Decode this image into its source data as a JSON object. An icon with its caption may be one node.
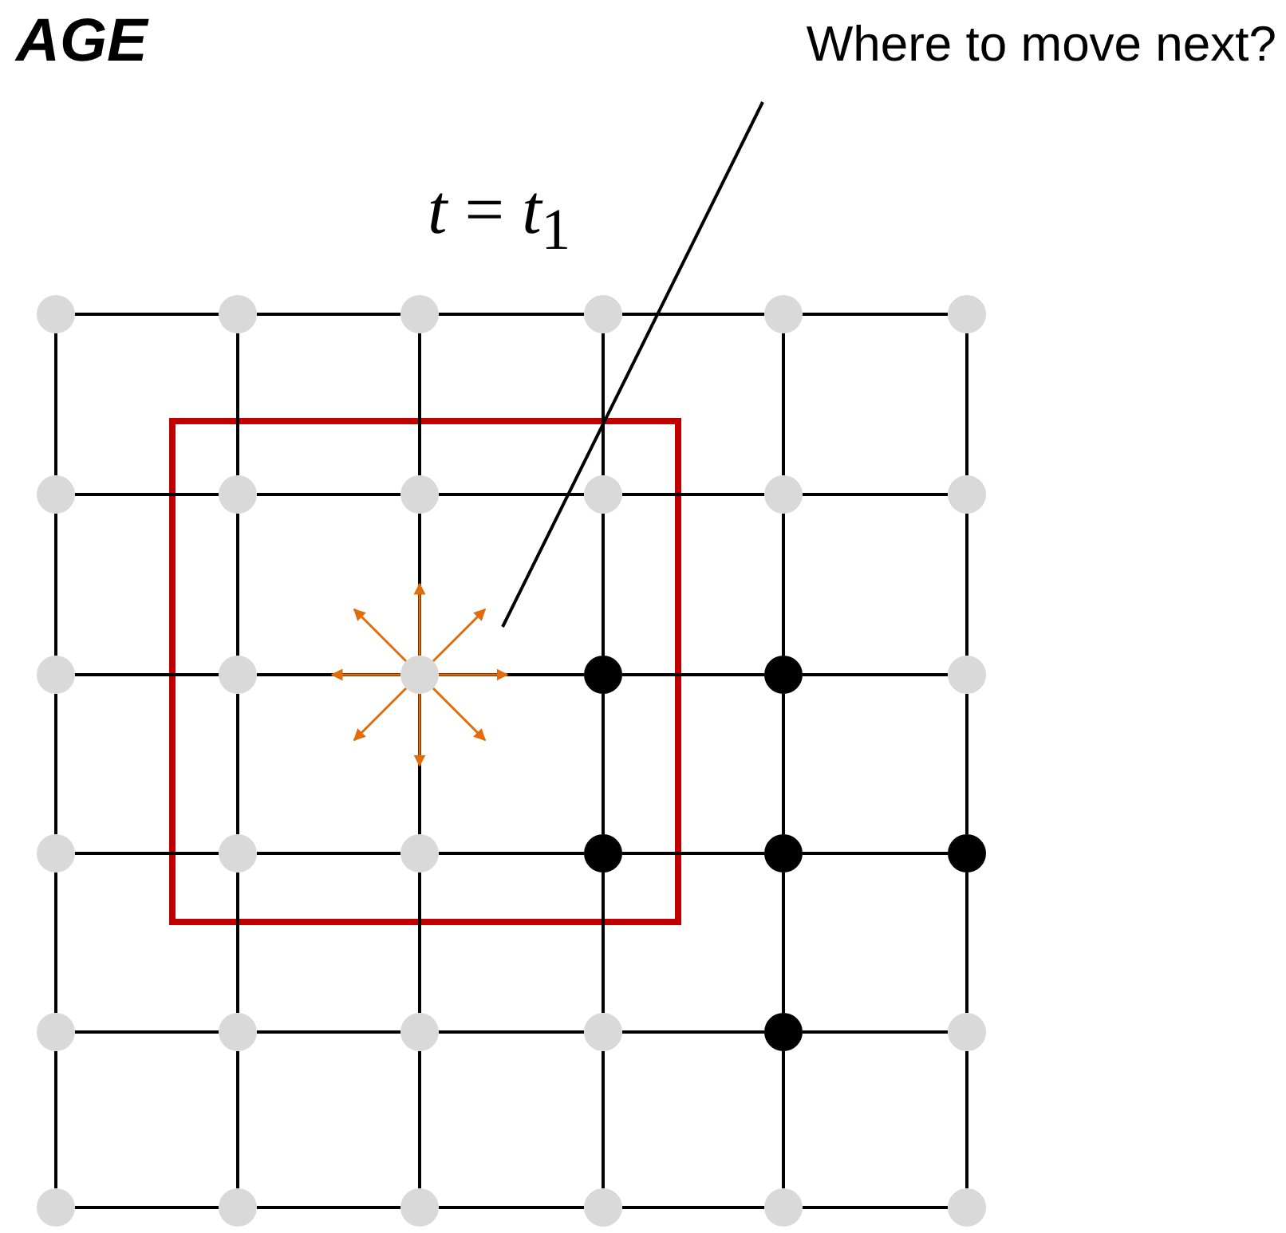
{
  "diagram": {
    "nodes": [
      {
        "text": [],
        "shape": "circle"
      },
      {
        "text": [],
        "shape": "circle"
      },
      {
        "text": [],
        "shape": "circle"
      },
      {
        "text": [],
        "shape": "circle"
      },
      {
        "text": [],
        "shape": "circle"
      },
      {
        "text": [],
        "shape": "circle"
      },
      {
        "text": [],
        "shape": "circle"
      },
      {
        "text": [],
        "shape": "circle"
      },
      {
        "text": [],
        "shape": "circle"
      },
      {
        "text": [],
        "shape": "circle"
      },
      {
        "text": [],
        "shape": "circle"
      },
      {
        "text": [],
        "shape": "circle"
      },
      {
        "text": [],
        "shape": "circle"
      },
      {
        "text": [],
        "shape": "circle"
      },
      {
        "text": [],
        "shape": "circle"
      },
      {
        "text": [],
        "shape": "circle"
      },
      {
        "text": [],
        "shape": "circle"
      },
      {
        "text": [],
        "shape": "circle"
      },
      {
        "text": [],
        "shape": "circle"
      },
      {
        "text": [],
        "shape": "circle"
      },
      {
        "text": [],
        "shape": "circle"
      },
      {
        "text": [],
        "shape": "circle"
      },
      {
        "text": [],
        "shape": "circle"
      },
      {
        "text": [],
        "shape": "circle"
      },
      {
        "text": [],
        "shape": "circle"
      },
      {
        "text": [],
        "shape": "circle"
      },
      {
        "text": [],
        "shape": "circle"
      },
      {
        "text": [],
        "shape": "circle"
      },
      {
        "text": [],
        "shape": "circle"
      },
      {
        "text": [],
        "shape": "circle"
      },
      {
        "text": [],
        "shape": "circle"
      },
      {
        "text": [],
        "shape": "circle"
      },
      {
        "text": [],
        "shape": "circle"
      },
      {
        "text": [],
        "shape": "circle"
      },
      {
        "text": [],
        "shape": "circle"
      },
      {
        "text": [],
        "shape": "circle"
      },
      {
        "text": [
          "Where to move next?"
        ]
      }
    ],
    "edges": [
      {
        "from": 0,
        "to": 1,
        "arrow": "none"
      },
      {
        "from": 1,
        "to": 2,
        "arrow": "none"
      },
      {
        "from": 2,
        "to": 3,
        "arrow": "none"
      },
      {
        "from": 3,
        "to": 4,
        "arrow": "none"
      },
      {
        "from": 4,
        "to": 5,
        "arrow": "none"
      },
      {
        "from": 0,
        "to": 6,
        "arrow": "none"
      },
      {
        "from": 1,
        "to": 7,
        "arrow": "none"
      },
      {
        "from": 2,
        "to": 8,
        "arrow": "none"
      },
      {
        "from": 3,
        "to": 9,
        "arrow": "none"
      },
      {
        "from": 4,
        "to": 10,
        "arrow": "none"
      },
      {
        "from": 5,
        "to": 11,
        "arrow": "none"
      },
      {
        "from": 6,
        "to": 7,
        "arrow": "none"
      },
      {
        "from": 7,
        "to": 8,
        "arrow": "none"
      },
      {
        "from": 8,
        "to": 9,
        "arrow": "none"
      },
      {
        "from": 9,
        "to": 10,
        "arrow": "none"
      },
      {
        "from": 10,
        "to": 11,
        "arrow": "none"
      },
      {
        "from": 6,
        "to": 12,
        "arrow": "none"
      },
      {
        "from": 7,
        "to": 13,
        "arrow": "none"
      },
      {
        "from": 8,
        "to": 14,
        "arrow": "none"
      },
      {
        "from": 9,
        "to": 15,
        "arrow": "none"
      },
      {
        "from": 10,
        "to": 16,
        "arrow": "none"
      },
      {
        "from": 11,
        "to": 17,
        "arrow": "none"
      },
      {
        "from": 12,
        "to": 13,
        "arrow": "none"
      },
      {
        "from": 13,
        "to": 14,
        "arrow": "none"
      },
      {
        "from": 14,
        "to": 15,
        "arrow": "none"
      },
      {
        "from": 15,
        "to": 16,
        "arrow": "none"
      },
      {
        "from": 16,
        "to": 17,
        "arrow": "none"
      },
      {
        "from": 12,
        "to": 18,
        "arrow": "none"
      },
      {
        "from": 13,
        "to": 19,
        "arrow": "none"
      },
      {
        "from": 14,
        "to": 20,
        "arrow": "none"
      },
      {
        "from": 15,
        "to": 21,
        "arrow": "none"
      },
      {
        "from": 16,
        "to": 22,
        "arrow": "none"
      },
      {
        "from": 17,
        "to": 23,
        "arrow": "none"
      },
      {
        "from": 18,
        "to": 19,
        "arrow": "none"
      },
      {
        "from": 19,
        "to": 20,
        "arrow": "none"
      },
      {
        "from": 20,
        "to": 21,
        "arrow": "none"
      },
      {
        "from": 21,
        "to": 22,
        "arrow": "none"
      },
      {
        "from": 22,
        "to": 23,
        "arrow": "none"
      },
      {
        "from": 18,
        "to": 24,
        "arrow": "none"
      },
      {
        "from": 19,
        "to": 25,
        "arrow": "none"
      },
      {
        "from": 20,
        "to": 26,
        "arrow": "none"
      },
      {
        "from": 21,
        "to": 27,
        "arrow": "none"
      },
      {
        "from": 22,
        "to": 28,
        "arrow": "none"
      },
      {
        "from": 23,
        "to": 29,
        "arrow": "none"
      },
      {
        "from": 24,
        "to": 25,
        "arrow": "none"
      },
      {
        "from": 25,
        "to": 26,
        "arrow": "none"
      },
      {
        "from": 26,
        "to": 27,
        "arrow": "none"
      },
      {
        "from": 27,
        "to": 28,
        "arrow": "none"
      },
      {
        "from": 28,
        "to": 29,
        "arrow": "none"
      },
      {
        "from": 24,
        "to": 30,
        "arrow": "none"
      },
      {
        "from": 25,
        "to": 31,
        "arrow": "none"
      },
      {
        "from": 26,
        "to": 32,
        "arrow": "none"
      },
      {
        "from": 27,
        "to": 33,
        "arrow": "none"
      },
      {
        "from": 28,
        "to": 34,
        "arrow": "none"
      },
      {
        "from": 29,
        "to": 35,
        "arrow": "none"
      },
      {
        "from": 30,
        "to": 31,
        "arrow": "none"
      },
      {
        "from": 31,
        "to": 32,
        "arrow": "none"
      },
      {
        "from": 32,
        "to": 33,
        "arrow": "none"
      },
      {
        "from": 33,
        "to": 34,
        "arrow": "none"
      },
      {
        "from": 34,
        "to": 35,
        "arrow": "none"
      },
      {
        "from": 14,
        "to": null,
        "arrow": "to",
        "color": "#e36c0a"
      },
      {
        "from": 14,
        "to": null,
        "arrow": "to",
        "color": "#e36c0a"
      },
      {
        "from": 14,
        "to": null,
        "arrow": "to",
        "color": "#e36c0a"
      },
      {
        "from": 14,
        "to": null,
        "arrow": "to",
        "color": "#e36c0a"
      },
      {
        "from": 14,
        "to": null,
        "arrow": "to",
        "color": "#e36c0a"
      },
      {
        "from": 14,
        "to": null,
        "arrow": "to",
        "color": "#e36c0a"
      },
      {
        "from": 14,
        "to": null,
        "arrow": "to",
        "color": "#e36c0a"
      },
      {
        "from": 14,
        "to": null,
        "arrow": "to",
        "color": "#e36c0a"
      },
      {
        "from": 36,
        "to": null,
        "arrow": "none"
      }
    ],
    "labels": [
      "AGE",
      "*t* = *t*$_{1}$"
    ]
  }
}
